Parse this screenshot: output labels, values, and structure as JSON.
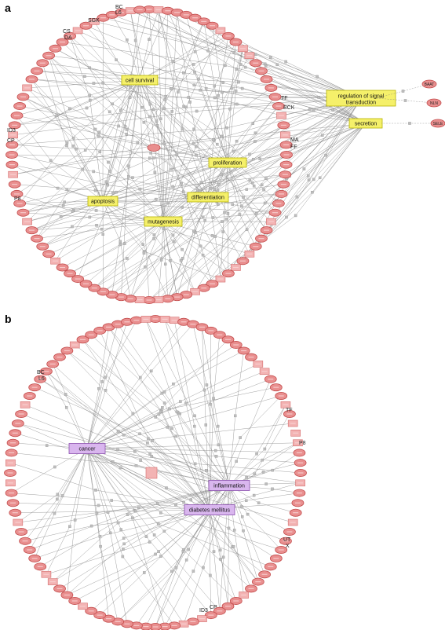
{
  "panels": [
    {
      "letter": "a",
      "hubs": [
        {
          "label": "cell survival"
        },
        {
          "label": "regulation of signal transduction"
        },
        {
          "label": "secretion"
        },
        {
          "label": "proliferation"
        },
        {
          "label": "apoptosis"
        },
        {
          "label": "differentiation"
        },
        {
          "label": "mutagenesis"
        }
      ],
      "outer_genes": [
        "BAAT",
        "NLN",
        "SELE"
      ],
      "big_labels": [
        "SGK",
        "BC",
        "L6",
        "CS",
        "DA",
        "TF",
        "BCK",
        "ID3",
        "CP",
        "MA",
        "FF",
        "P8"
      ]
    },
    {
      "letter": "b",
      "hubs": [
        {
          "label": "cancer"
        },
        {
          "label": "inflammation"
        },
        {
          "label": "diabetes mellitus"
        }
      ],
      "big_labels": [
        "BC",
        "L6",
        "TF",
        "P8",
        "UT",
        "X",
        "ID3",
        "CP"
      ]
    }
  ]
}
